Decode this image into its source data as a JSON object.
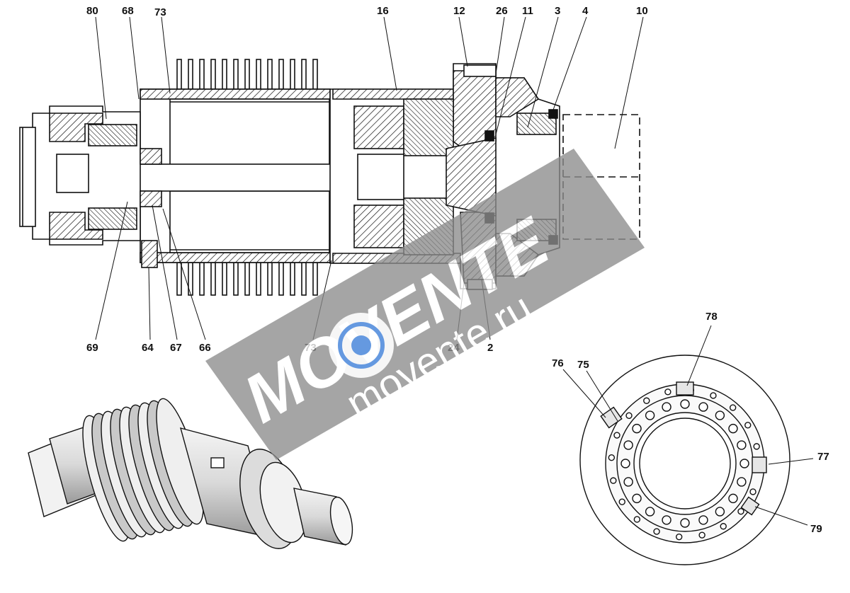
{
  "colors": {
    "ink": "#111111",
    "watermark_band": "#8c8c8c",
    "watermark_text": "#ffffff",
    "watermark_logo_accent": "#3b7dd8"
  },
  "watermark": {
    "brand": "MOVENTE",
    "url": "movente.ru"
  },
  "views": {
    "section_view": {
      "callouts": [
        "80",
        "68",
        "73",
        "16",
        "12",
        "26",
        "11",
        "3",
        "4",
        "10",
        "69",
        "64",
        "67",
        "66",
        "73",
        "24",
        "2"
      ]
    },
    "end_view": {
      "callouts": [
        "78",
        "76",
        "75",
        "77",
        "79"
      ]
    }
  }
}
